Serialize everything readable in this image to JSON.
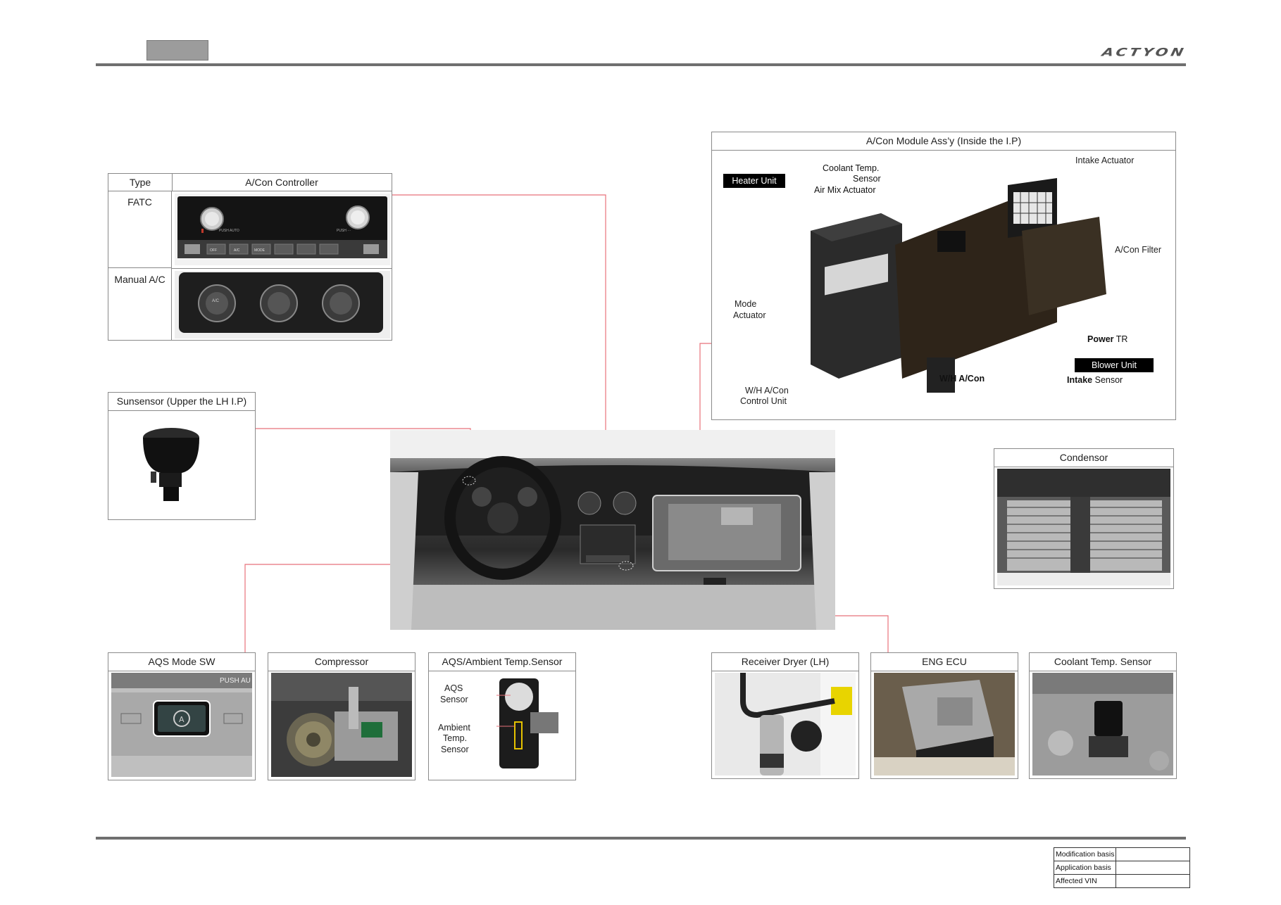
{
  "header": {
    "brand_logo": "ACTYON"
  },
  "controller_table": {
    "col_type": "Type",
    "col_controller": "A/Con Controller",
    "rows": [
      {
        "type": "FATC",
        "photo_text_left": "PUSH AUTO",
        "photo_text_right": "PUSH ···",
        "buttons": [
          "OFF",
          "A/C",
          "MODE",
          "",
          "",
          ""
        ]
      },
      {
        "type": "Manual A/C",
        "photo_text": "A/C"
      }
    ]
  },
  "sunsensor": {
    "title": "Sunsensor (Upper the LH I.P)"
  },
  "module": {
    "title": "A/Con Module Ass’y (Inside the I.P)",
    "heater_unit": "Heater Unit",
    "blower_unit": "Blower Unit",
    "labels": {
      "coolant_temp_sensor_1": "Coolant Temp.",
      "coolant_temp_sensor_2": "Sensor",
      "air_mix_actuator": "Air Mix Actuator",
      "intake_actuator": "Intake Actuator",
      "acon_filter": "A/Con Filter",
      "mode_actuator_1": "Mode",
      "mode_actuator_2": "Actuator",
      "power_tr_bold": "Power",
      "power_tr_rest": " TR",
      "wh_acon": "W/H A/Con",
      "intake_sensor_bold": "Intake",
      "intake_sensor_rest": " Sensor",
      "wh_control_1": "W/H A/Con",
      "wh_control_2": "Control Unit"
    }
  },
  "condensor": {
    "title": "Condensor"
  },
  "aqs_mode_sw": {
    "title": "AQS Mode SW",
    "photo_text": "PUSH AU"
  },
  "compressor": {
    "title": "Compressor"
  },
  "aqs_ambient": {
    "title": "AQS/Ambient Temp.Sensor",
    "aqs_1": "AQS",
    "aqs_2": "Sensor",
    "amb_1": "Ambient",
    "amb_2": "Temp.",
    "amb_3": "Sensor"
  },
  "receiver_dryer": {
    "title": "Receiver Dryer (LH)"
  },
  "eng_ecu": {
    "title": "ENG ECU"
  },
  "coolant_sensor": {
    "title": "Coolant Temp. Sensor"
  },
  "footer_table": [
    {
      "label": "Modification basis",
      "value": ""
    },
    {
      "label": "Application basis",
      "value": ""
    },
    {
      "label": "Affected VIN",
      "value": ""
    }
  ],
  "colors": {
    "accent_line": "#e8727a",
    "rule": "#6f6f6f",
    "dark_label": "#000000"
  }
}
